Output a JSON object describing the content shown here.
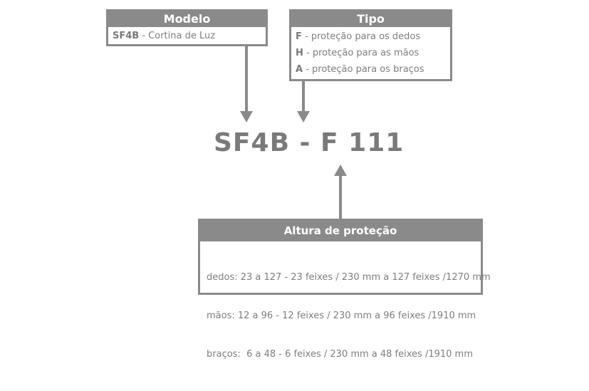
{
  "modelo": {
    "title": "Modelo",
    "items": [
      {
        "key": "SF4B",
        "text": " - Cortina de Luz"
      }
    ]
  },
  "tipo": {
    "title": "Tipo",
    "items": [
      {
        "key": "F",
        "text": " -  proteção para os dedos"
      },
      {
        "key": "H",
        "text": " - proteção para as mãos"
      },
      {
        "key": "A",
        "text": " - proteção para os braços"
      }
    ]
  },
  "code": {
    "text": "SF4B - F 111"
  },
  "altura": {
    "title": "Altura de proteção",
    "lines": [
      "dedos: 23 a 127 - 23 feixes / 230 mm a 127 feixes /1270 mm",
      "mãos: 12 a 96 - 12 feixes / 230 mm a 96 feixes /1910 mm",
      "braços:  6 a 48 - 6 feixes / 230 mm a 48 feixes /1910 mm"
    ]
  },
  "colors": {
    "box_gray": "#8a8a8a",
    "text_gray": "#7a7a7a",
    "background": "#ffffff"
  }
}
